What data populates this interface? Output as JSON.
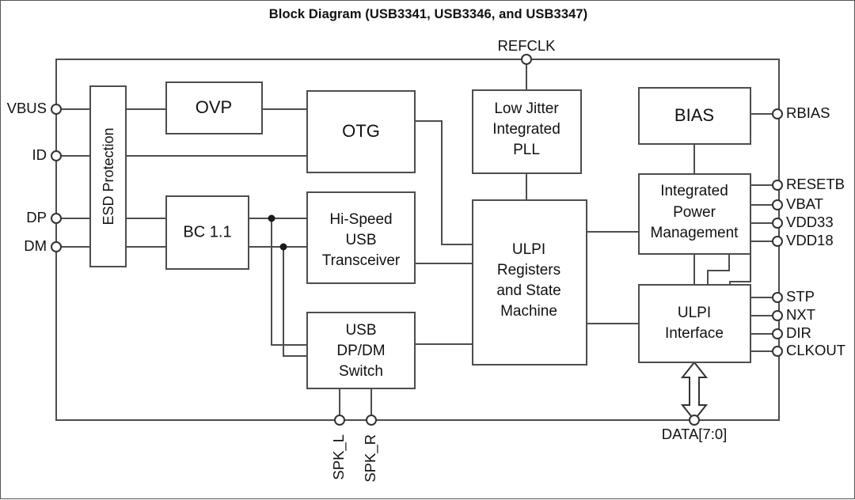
{
  "title": "Block Diagram (USB3341, USB3346, and USB3347)",
  "blocks": {
    "esd": "ESD Protection",
    "ovp": "OVP",
    "otg": "OTG",
    "bc": "BC 1.1",
    "transceiver_l1": "Hi-Speed",
    "transceiver_l2": "USB",
    "transceiver_l3": "Transceiver",
    "switch_l1": "USB",
    "switch_l2": "DP/DM",
    "switch_l3": "Switch",
    "pll_l1": "Low Jitter",
    "pll_l2": "Integrated",
    "pll_l3": "PLL",
    "ulpi_reg_l1": "ULPI",
    "ulpi_reg_l2": "Registers",
    "ulpi_reg_l3": "and State",
    "ulpi_reg_l4": "Machine",
    "bias": "BIAS",
    "ipm_l1": "Integrated",
    "ipm_l2": "Power",
    "ipm_l3": "Management",
    "ulpi_if_l1": "ULPI",
    "ulpi_if_l2": "Interface"
  },
  "pins": {
    "left": [
      {
        "label": "VBUS"
      },
      {
        "label": "ID"
      },
      {
        "label": "DP"
      },
      {
        "label": "DM"
      }
    ],
    "right": [
      {
        "label": "RBIAS"
      },
      {
        "label": "RESETB"
      },
      {
        "label": "VBAT"
      },
      {
        "label": "VDD33"
      },
      {
        "label": "VDD18"
      },
      {
        "label": "STP"
      },
      {
        "label": "NXT"
      },
      {
        "label": "DIR"
      },
      {
        "label": "CLKOUT"
      }
    ],
    "top": [
      {
        "label": "REFCLK"
      }
    ],
    "bottom": [
      {
        "label": "SPK_L"
      },
      {
        "label": "SPK_R"
      },
      {
        "label": "DATA[7:0]"
      }
    ]
  },
  "colors": {
    "line": "#4d4d4d",
    "text": "#111111",
    "background": "#ffffff"
  }
}
